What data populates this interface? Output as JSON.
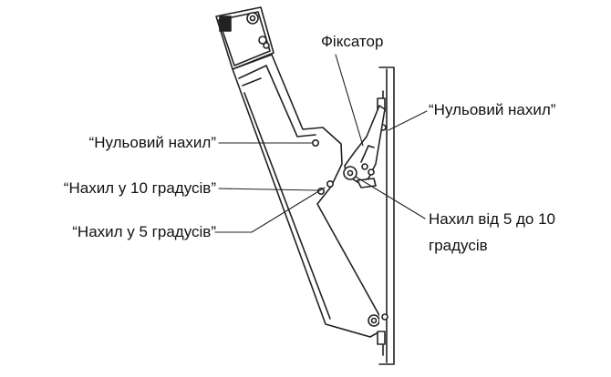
{
  "labels": {
    "latch": "Фіксатор",
    "zero_tilt_left": "“Нульовий нахил”",
    "tilt_10": "“Нахил у 10 градусів”",
    "tilt_5": "“Нахил у 5 градусів”",
    "zero_tilt_right": "“Нульовий нахил”",
    "range_line1": "Нахил від 5 до 10",
    "range_line2": "градусів"
  },
  "colors": {
    "line": "#222222",
    "fill": "#ffffff",
    "text": "#111111"
  }
}
